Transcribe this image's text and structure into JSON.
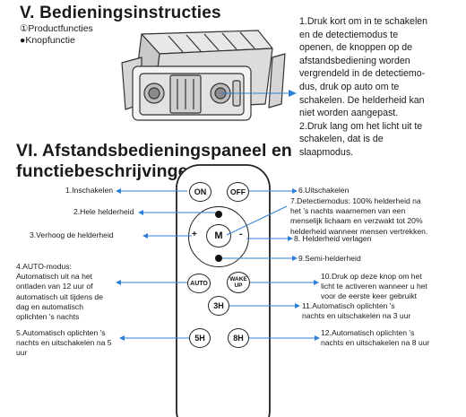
{
  "section5": {
    "title": "V. Bedieningsinstructies",
    "items": [
      "①Productfuncties",
      "●Knopfunctie"
    ],
    "instructions": [
      "1.Druk kort om in te schakelen",
      "en de detectiemodus te",
      "openen, de knoppen op de",
      "afstandsbediening worden",
      "vergrendeld in de detectiemo-",
      "dus, druk op auto om te",
      "schakelen. De helderheid kan",
      "niet worden aangepast.",
      "2.Druk lang om het licht uit te",
      "schakelen, dat is de",
      "slaapmodus."
    ]
  },
  "section6": {
    "title": "VI. Afstandsbedieningspaneel en functiebeschrijvingen",
    "left_labels": {
      "l1": [
        "1.Inschakelen"
      ],
      "l2": [
        "2.Hele helderheid"
      ],
      "l3": [
        "3.Verhoog de helderheid"
      ],
      "l4": [
        "4.AUTO-modus:",
        "Automatisch uit na het",
        "ontladen van 12 uur of",
        "automatisch uit tijdens de",
        "dag en automatisch",
        "oplichten 's nachts"
      ],
      "l5": [
        "5.Automatisch oplichten 's",
        "nachts en uitschakelen na 5",
        "uur"
      ]
    },
    "right_labels": {
      "r6": [
        "6.Uitschakelen"
      ],
      "r7": [
        "7.Detectiemodus: 100% helderheid na",
        "het 's nachts waarnemen van een",
        "menselijk lichaam en verzwakt tot 20%",
        "helderheid wanneer mensen vertrekken."
      ],
      "r8": [
        "8. Helderheid verlagen"
      ],
      "r9": [
        "9.Semi-helderheid"
      ],
      "r10": [
        "10.Druk op deze knop om het",
        "licht te activeren wanneer u het",
        "voor de eerste keer gebruikt"
      ],
      "r11": [
        "11.Automatisch oplichten 's",
        "nachts en uitschakelen na 3 uur"
      ],
      "r12": [
        "12.Automatisch oplichten 's",
        "nachts en uitschakelen na 8 uur"
      ]
    },
    "remote": {
      "on": "ON",
      "off": "OFF",
      "m": "M",
      "plus": "+",
      "minus": "-",
      "auto": "AUTO",
      "wake": [
        "WAKE",
        "UP"
      ],
      "h3": "3H",
      "h5": "5H",
      "h8": "8H"
    }
  },
  "colors": {
    "callout": "#2f7fd6",
    "text": "#1a1a1a"
  }
}
